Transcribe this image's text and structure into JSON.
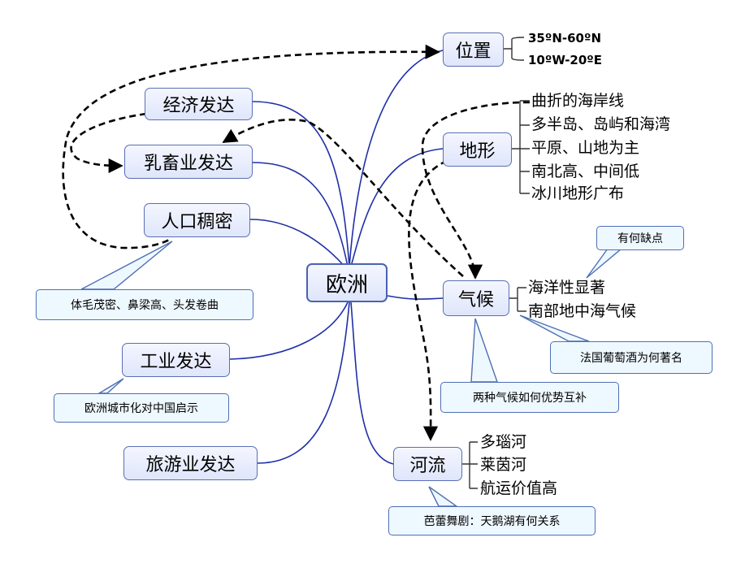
{
  "center": "欧洲",
  "left_nodes": {
    "economy": "经济发达",
    "dairy": "乳畜业发达",
    "population": "人口稠密",
    "industry": "工业发达",
    "tourism": "旅游业发达"
  },
  "right_nodes": {
    "location": "位置",
    "terrain": "地形",
    "climate": "气候",
    "rivers": "河流"
  },
  "location_items": [
    "35ºN-60ºN",
    "10ºW-20ºE"
  ],
  "terrain_items": [
    "曲折的海岸线",
    "多半岛、岛屿和海湾",
    "平原、山地为主",
    "南北高、中间低",
    "冰川地形广布"
  ],
  "climate_items": [
    "海洋性显著",
    "南部地中海气候"
  ],
  "river_items": [
    "多瑙河",
    "莱茵河",
    "航运价值高"
  ],
  "callouts": {
    "population": "体毛茂密、鼻梁高、头发卷曲",
    "industry": "欧洲城市化对中国启示",
    "climate_drawback": "有何缺点",
    "wine": "法国葡萄酒为何著名",
    "climate_complement": "两种气候如何优势互补",
    "ballet": "芭蕾舞剧：天鹅湖有何关系"
  },
  "colors": {
    "connector": "#1f2fa8",
    "arrow": "#000000",
    "node_border": "#5a6fb5",
    "callout_border": "#4f6fb5"
  }
}
